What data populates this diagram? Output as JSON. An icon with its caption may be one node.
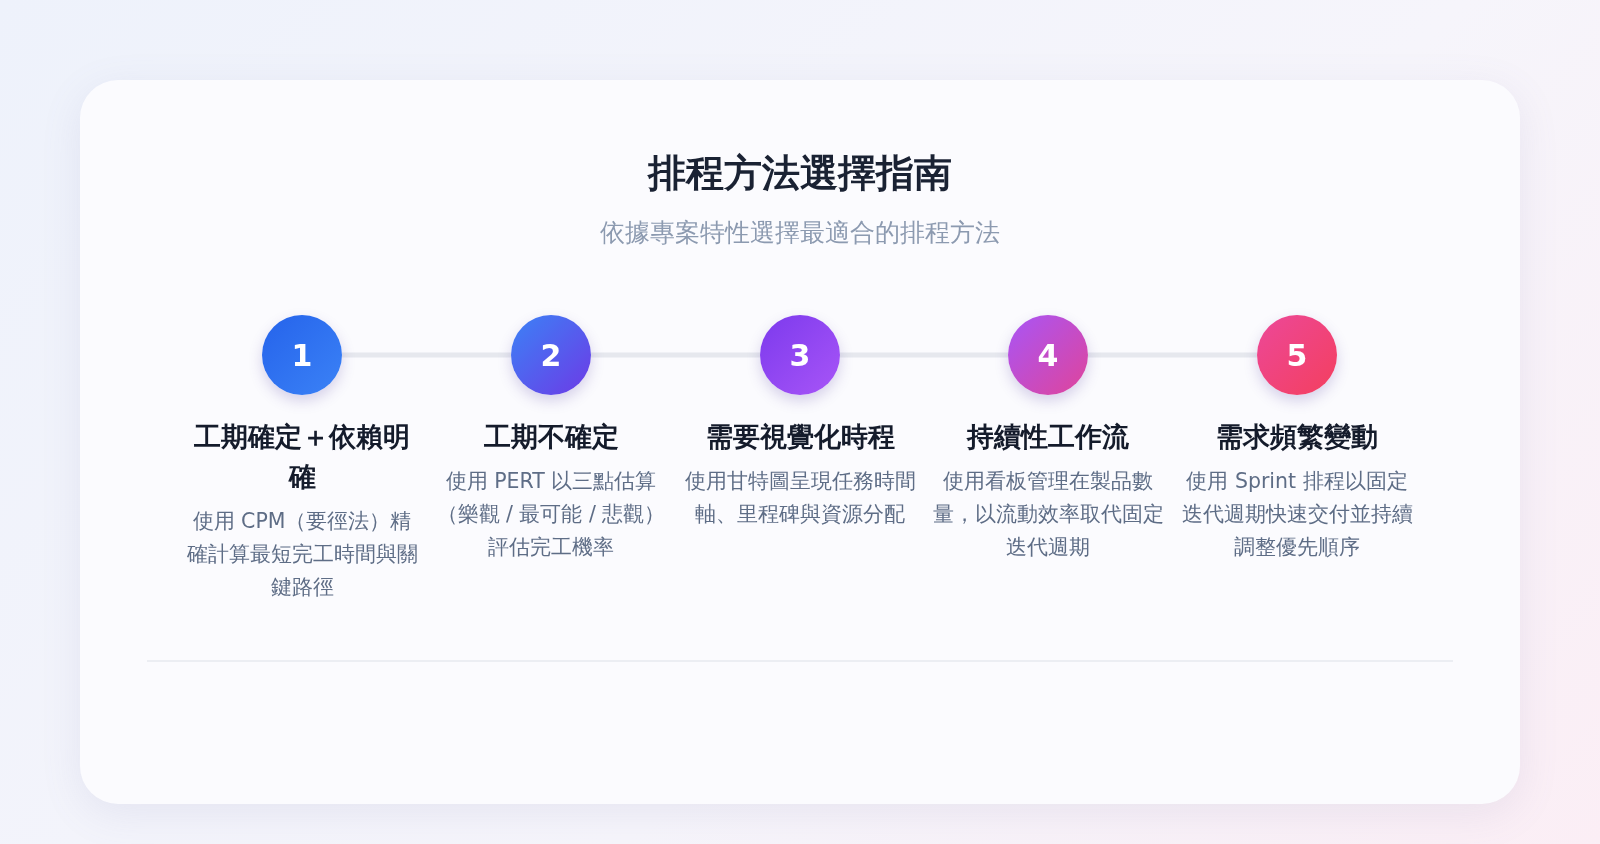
{
  "diagram": {
    "title": "排程方法選擇指南",
    "caption": "依據專案特性選擇最適合的排程方法",
    "nodes": [
      {
        "text": [
          "1"
        ],
        "beside": [
          "工期確定＋依賴明確",
          "使用 CPM（要徑法）精確計算最短完工時間與關鍵路徑"
        ]
      },
      {
        "text": [
          "2"
        ],
        "beside": [
          "工期不確定",
          "使用 PERT 以三點估算（樂觀 / 最可能 / 悲觀）評估完工機率"
        ]
      },
      {
        "text": [
          "3"
        ],
        "beside": [
          "需要視覺化時程",
          "使用甘特圖呈現任務時間軸、里程碑與資源分配"
        ]
      },
      {
        "text": [
          "4"
        ],
        "beside": [
          "持續性工作流",
          "使用看板管理在製品數量，以流動效率取代固定迭代週期"
        ]
      },
      {
        "text": [
          "5"
        ],
        "beside": [
          "需求頻繁變動",
          "使用 Sprint 排程以固定迭代週期快速交付並持續調整優先順序"
        ]
      }
    ],
    "edges": [
      {
        "from": 0,
        "to": 1,
        "arrow": "none"
      },
      {
        "from": 1,
        "to": 2,
        "arrow": "none"
      },
      {
        "from": 2,
        "to": 3,
        "arrow": "none"
      },
      {
        "from": 3,
        "to": 4,
        "arrow": "none"
      }
    ]
  }
}
